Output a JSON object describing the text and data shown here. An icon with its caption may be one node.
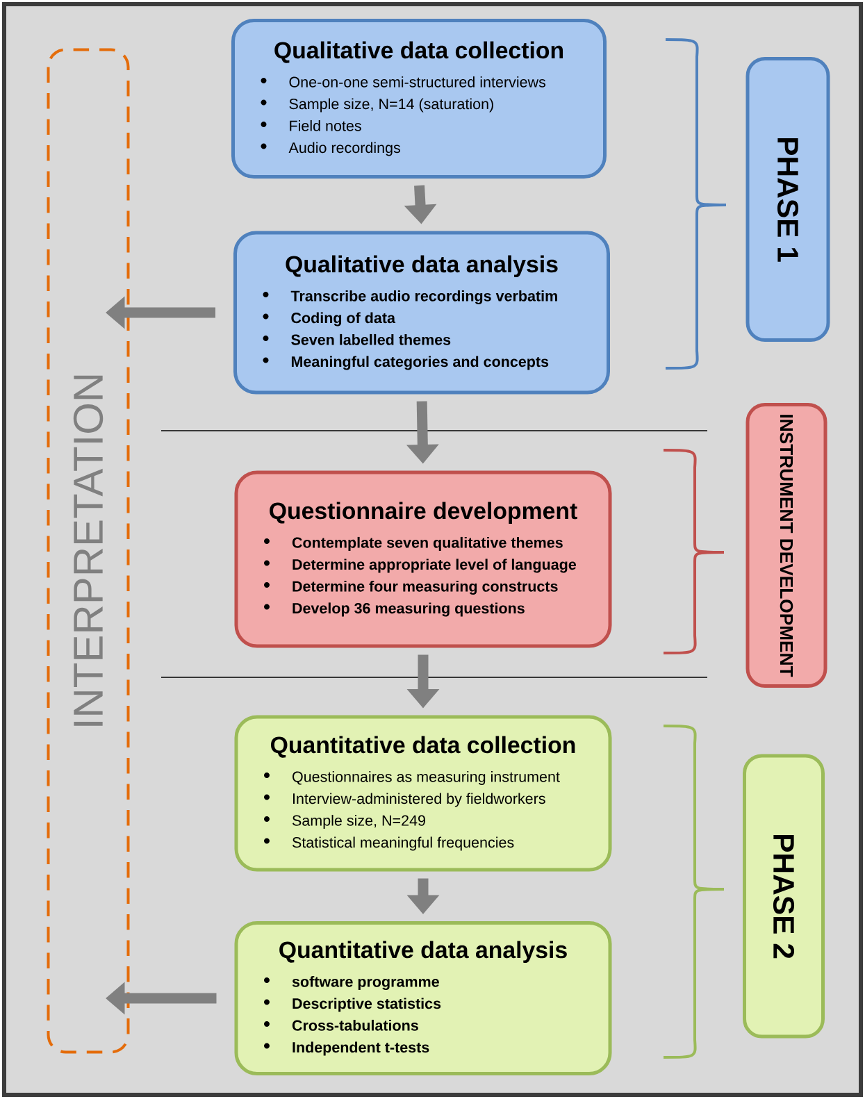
{
  "diagram": {
    "nodes": [
      {
        "text": [
          "Qualitative data collection",
          "One-on-one semi-structured interviews",
          "Sample size, N=14 (saturation)",
          "Field notes",
          "Audio recordings"
        ]
      },
      {
        "text": [
          "Qualitative data analysis",
          "Transcribe audio recordings verbatim",
          "Coding of data",
          "Seven labelled themes",
          "Meaningful categories and concepts"
        ]
      },
      {
        "text": [
          "Questionnaire  development",
          "Contemplate seven qualitative themes",
          "Determine appropriate level of language",
          "Determine four measuring constructs",
          "Develop 36 measuring questions"
        ]
      },
      {
        "text": [
          "Quantitative data collection",
          "Questionnaires as measuring instrument",
          "Interview-administered by fieldworkers",
          "Sample size, N=249",
          "Statistical meaningful frequencies"
        ]
      },
      {
        "text": [
          "Quantitative data analysis",
          "software programme",
          "Descriptive statistics",
          "Cross-tabulations",
          "Independent t-tests"
        ]
      },
      {
        "text": [
          "PHASE 1"
        ]
      },
      {
        "text": [
          "INSTRUMENT DEVELOPMENT"
        ]
      },
      {
        "text": [
          "PHASE 2"
        ]
      },
      {
        "text": [
          "INTERPRETATION"
        ]
      }
    ],
    "edges": [
      {
        "from": 0,
        "to": 1,
        "arrow": "to"
      },
      {
        "from": 1,
        "to": 2,
        "arrow": "to"
      },
      {
        "from": 2,
        "to": 3,
        "arrow": "to"
      },
      {
        "from": 3,
        "to": 4,
        "arrow": "to"
      },
      {
        "from": 1,
        "to": 8,
        "arrow": "to"
      },
      {
        "from": 4,
        "to": 8,
        "arrow": "to"
      }
    ]
  }
}
